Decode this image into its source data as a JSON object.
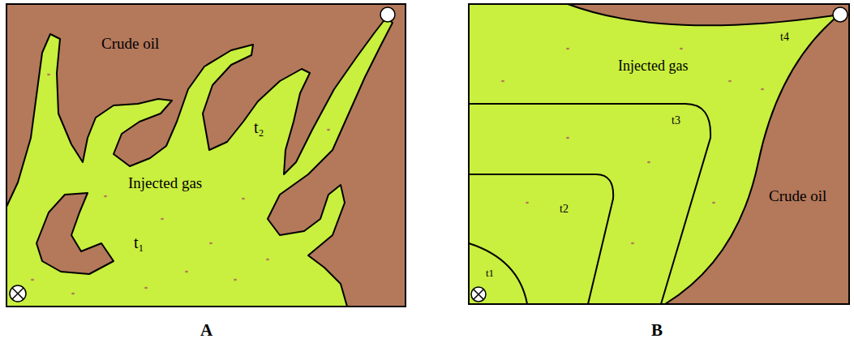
{
  "diagram": {
    "labels": [
      "Crude oil",
      "Injected gas",
      "t₂",
      "t₁",
      "A",
      "Injected gas",
      "t4",
      "t3",
      "t2",
      "t1",
      "Crude oil",
      "B"
    ]
  }
}
